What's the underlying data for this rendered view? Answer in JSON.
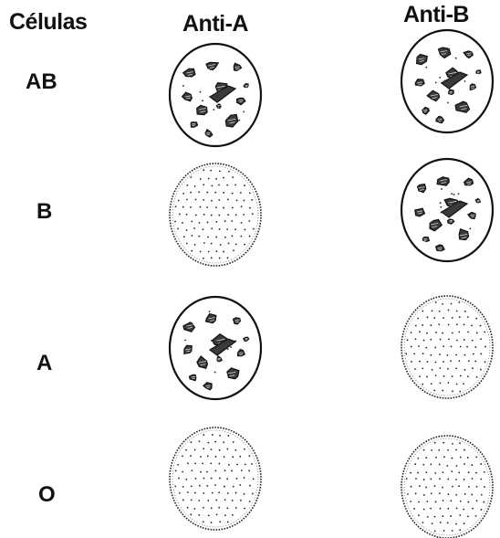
{
  "headers": {
    "cells": "Células",
    "anti_a": "Anti-A",
    "anti_b": "Anti-B"
  },
  "rows": [
    {
      "label": "AB",
      "anti_a": "agglutinated",
      "anti_b": "agglutinated"
    },
    {
      "label": "B",
      "anti_a": "smooth",
      "anti_b": "agglutinated"
    },
    {
      "label": "A",
      "anti_a": "agglutinated",
      "anti_b": "smooth"
    },
    {
      "label": "O",
      "anti_a": "smooth",
      "anti_b": "smooth"
    }
  ]
}
